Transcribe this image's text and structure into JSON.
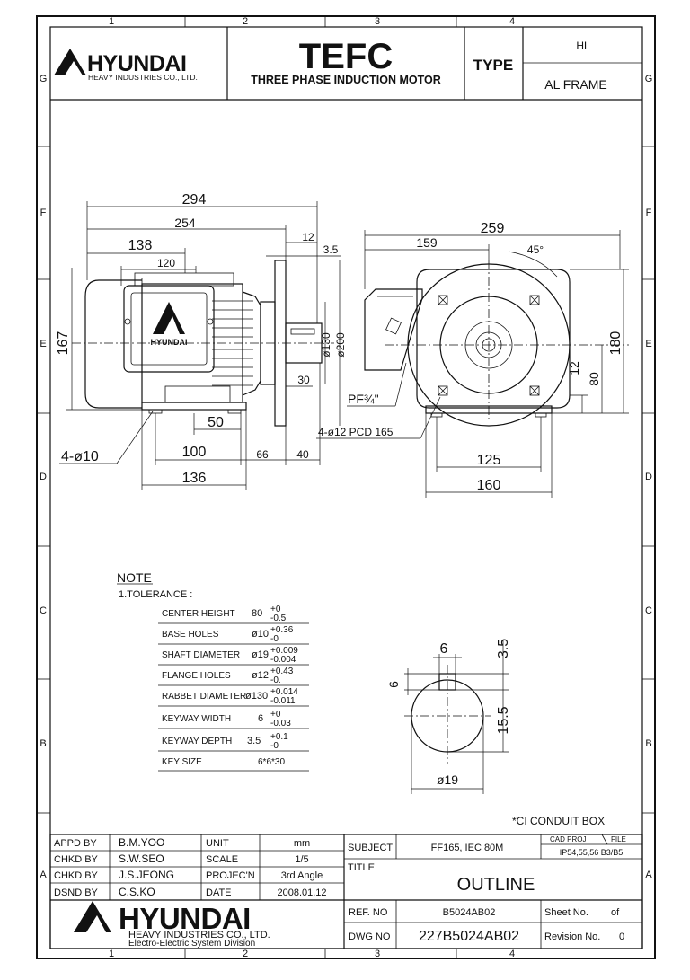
{
  "border": {
    "columns": [
      "1",
      "2",
      "3",
      "4"
    ],
    "rows": [
      "G",
      "F",
      "E",
      "D",
      "C",
      "B",
      "A"
    ]
  },
  "header": {
    "brand": "HYUNDAI",
    "brand_sub": "HEAVY INDUSTRIES CO., LTD.",
    "product": "TEFC",
    "product_sub": "THREE PHASE INDUCTION MOTOR",
    "type_label": "TYPE",
    "type_value": "HL",
    "frame_value": "AL FRAME"
  },
  "side_view": {
    "badge_text": "HYUNDAI",
    "dims": {
      "overall": "294",
      "body": "254",
      "d138": "138",
      "d120": "120",
      "d12": "12",
      "d3_5": "3.5",
      "height": "167",
      "d50": "50",
      "d100": "100",
      "d136": "136",
      "d66": "66",
      "d40": "40",
      "d30": "30",
      "dia130": "ø130",
      "dia200": "ø200",
      "holes": "4-ø10"
    }
  },
  "front_view": {
    "dims": {
      "width": "259",
      "d159": "159",
      "angle": "45°",
      "height": "180",
      "d12": "12",
      "d80": "80",
      "pf": "PF¾\"",
      "pcd": "4-ø12 PCD 165",
      "d125": "125",
      "d160": "160"
    }
  },
  "note": {
    "title": "NOTE",
    "tolerance_heading": "1.TOLERANCE :",
    "rows": [
      {
        "label": "CENTER HEIGHT",
        "value": "80",
        "upper": "+0",
        "lower": "-0.5"
      },
      {
        "label": "BASE HOLES",
        "value": "ø10",
        "upper": "+0.36",
        "lower": "-0"
      },
      {
        "label": "SHAFT DIAMETER",
        "value": "ø19",
        "upper": "+0.009",
        "lower": "-0.004"
      },
      {
        "label": "FLANGE HOLES",
        "value": "ø12",
        "upper": "+0.43",
        "lower": "-0."
      },
      {
        "label": "RABBET DIAMETER",
        "value": "ø130",
        "upper": "+0.014",
        "lower": "-0.011"
      },
      {
        "label": "KEYWAY WIDTH",
        "value": "6",
        "upper": "+0",
        "lower": "-0.03"
      },
      {
        "label": "KEYWAY DEPTH",
        "value": "3.5",
        "upper": "+0.1",
        "lower": "-0"
      },
      {
        "label": "KEY SIZE",
        "value": "6*6*30",
        "upper": "",
        "lower": ""
      }
    ]
  },
  "shaft_detail": {
    "d6_top": "6",
    "d3_5": "3.5",
    "d6_left": "6",
    "d15_5": "15.5",
    "dia19": "ø19"
  },
  "conduit_note": "*CI CONDUIT BOX",
  "title_block": {
    "roles": [
      {
        "role": "APPD BY",
        "name": "B.M.YOO",
        "key": "UNIT",
        "value": "mm"
      },
      {
        "role": "CHKD BY",
        "name": "S.W.SEO",
        "key": "SCALE",
        "value": "1/5"
      },
      {
        "role": "CHKD BY",
        "name": "J.S.JEONG",
        "key": "PROJEC'N",
        "value": "3rd Angle"
      },
      {
        "role": "DSND BY",
        "name": "C.S.KO",
        "key": "DATE",
        "value": "2008.01.12"
      }
    ],
    "subject_label": "SUBJECT",
    "subject_value": "FF165, IEC 80M",
    "cad_label": "CAD PROJ",
    "file_label": "FILE",
    "ip_value": "IP54,55,56 B3/B5",
    "title_label": "TITLE",
    "title_value": "OUTLINE",
    "ref_label": "REF. NO",
    "ref_value": "B5024AB02",
    "sheet_label": "Sheet No.",
    "sheet_of": "of",
    "dwg_label": "DWG NO",
    "dwg_value": "227B5024AB02",
    "revision_label": "Revision No.",
    "revision_value": "0",
    "company": "HYUNDAI",
    "company_line1": "HEAVY INDUSTRIES CO., LTD.",
    "company_line2": "Electro-Electric System Division"
  }
}
